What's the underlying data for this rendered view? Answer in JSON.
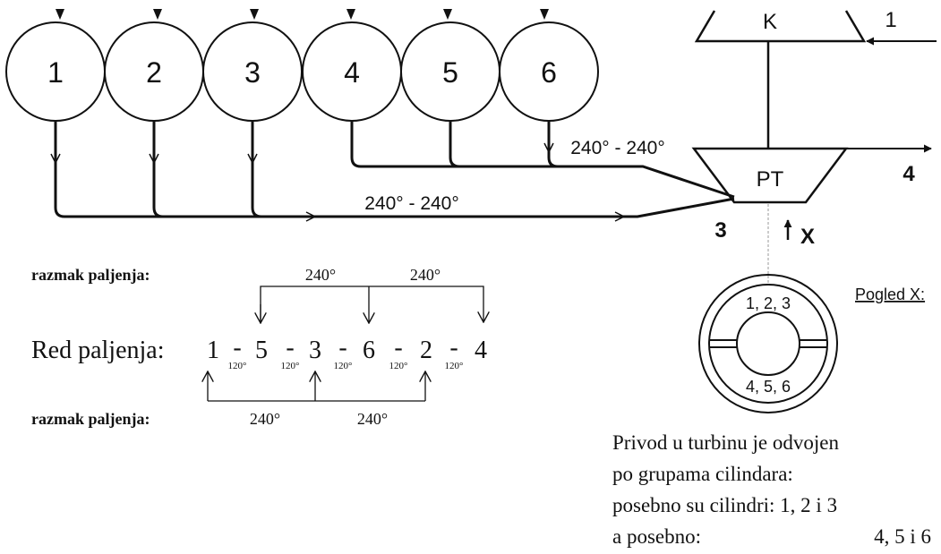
{
  "cylinders": [
    "1",
    "2",
    "3",
    "4",
    "5",
    "6"
  ],
  "turbocharger": {
    "compressor_label": "K",
    "compressor_port_label": "1",
    "turbine_label": "PT",
    "turbine_out_label": "4",
    "turbine_in_label": "3",
    "view_marker": "X"
  },
  "manifold": {
    "upper_interval": "240° - 240°",
    "lower_interval": "240° - 240°"
  },
  "firing": {
    "spacing_label_top": "razmak paljenja:",
    "spacing_label_bottom": "razmak paljenja:",
    "order_label": "Red paljenja:",
    "order": [
      "1",
      "5",
      "3",
      "6",
      "2",
      "4"
    ],
    "dash": "-",
    "gaps": [
      "120°",
      "120°",
      "120°",
      "120°",
      "120°"
    ],
    "top_spacing": [
      "240°",
      "240°"
    ],
    "bottom_spacing": [
      "240°",
      "240°"
    ]
  },
  "view_x": {
    "title": "Pogled X:",
    "upper_group": "1, 2, 3",
    "lower_group": "4, 5, 6"
  },
  "note": {
    "line1": "Privod u turbinu je odvojen",
    "line2": "po grupama cilindara:",
    "line3": "posebno su cilindri: 1, 2 i 3",
    "line4_label": "a posebno:",
    "line4_value": "4, 5 i 6"
  }
}
